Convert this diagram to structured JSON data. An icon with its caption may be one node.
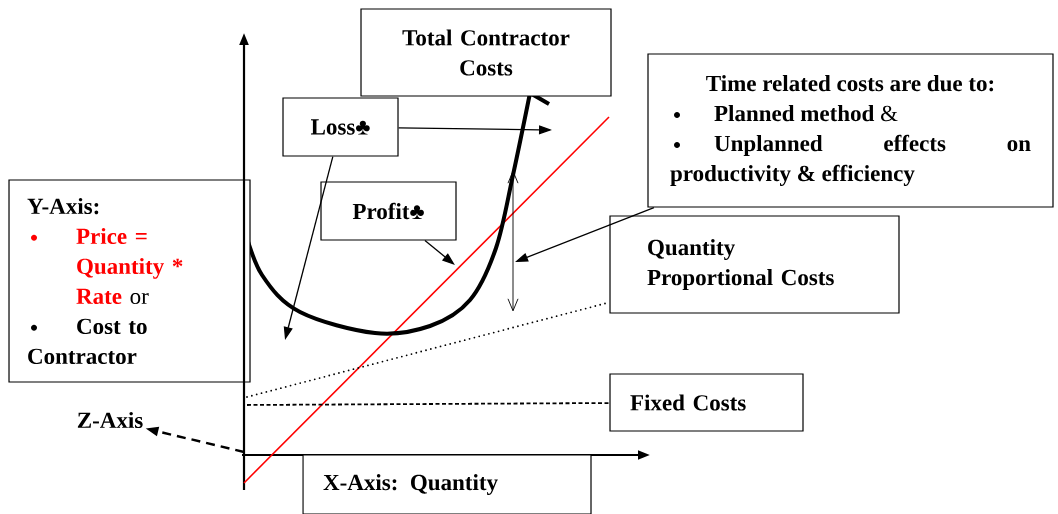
{
  "diagram": {
    "nodes": [
      {
        "text": [
          "Total Contractor Costs"
        ]
      },
      {
        "text": [
          "Loss♣"
        ]
      },
      {
        "text": [
          "Profit♣"
        ]
      },
      {
        "text": [
          "Time related costs are due to:",
          "**Planned method** &",
          "Unplanned effects on productivity & efficiency"
        ]
      },
      {
        "text": [
          "Y-Axis:",
          "**Price = Quantity * Rate** or",
          "Cost to Contractor"
        ]
      },
      {
        "text": [
          "Quantity Proportional Costs"
        ]
      },
      {
        "text": [
          "Fixed Costs"
        ]
      },
      {
        "text": [
          "Z-Axis"
        ]
      },
      {
        "text": [
          "X-Axis: Quantity"
        ]
      }
    ],
    "edges": [
      {
        "from": 1,
        "to": null,
        "arrow": "to"
      },
      {
        "from": 1,
        "to": null,
        "arrow": "to"
      },
      {
        "from": 2,
        "to": null,
        "arrow": "to"
      },
      {
        "from": 3,
        "to": null,
        "arrow": "to"
      },
      {
        "from": null,
        "to": 7,
        "arrow": "to",
        "style": "dashed"
      },
      {
        "from": null,
        "to": 5,
        "arrow": "none",
        "style": "dashed"
      },
      {
        "from": null,
        "to": 6,
        "arrow": "none",
        "style": "dashed"
      }
    ]
  }
}
